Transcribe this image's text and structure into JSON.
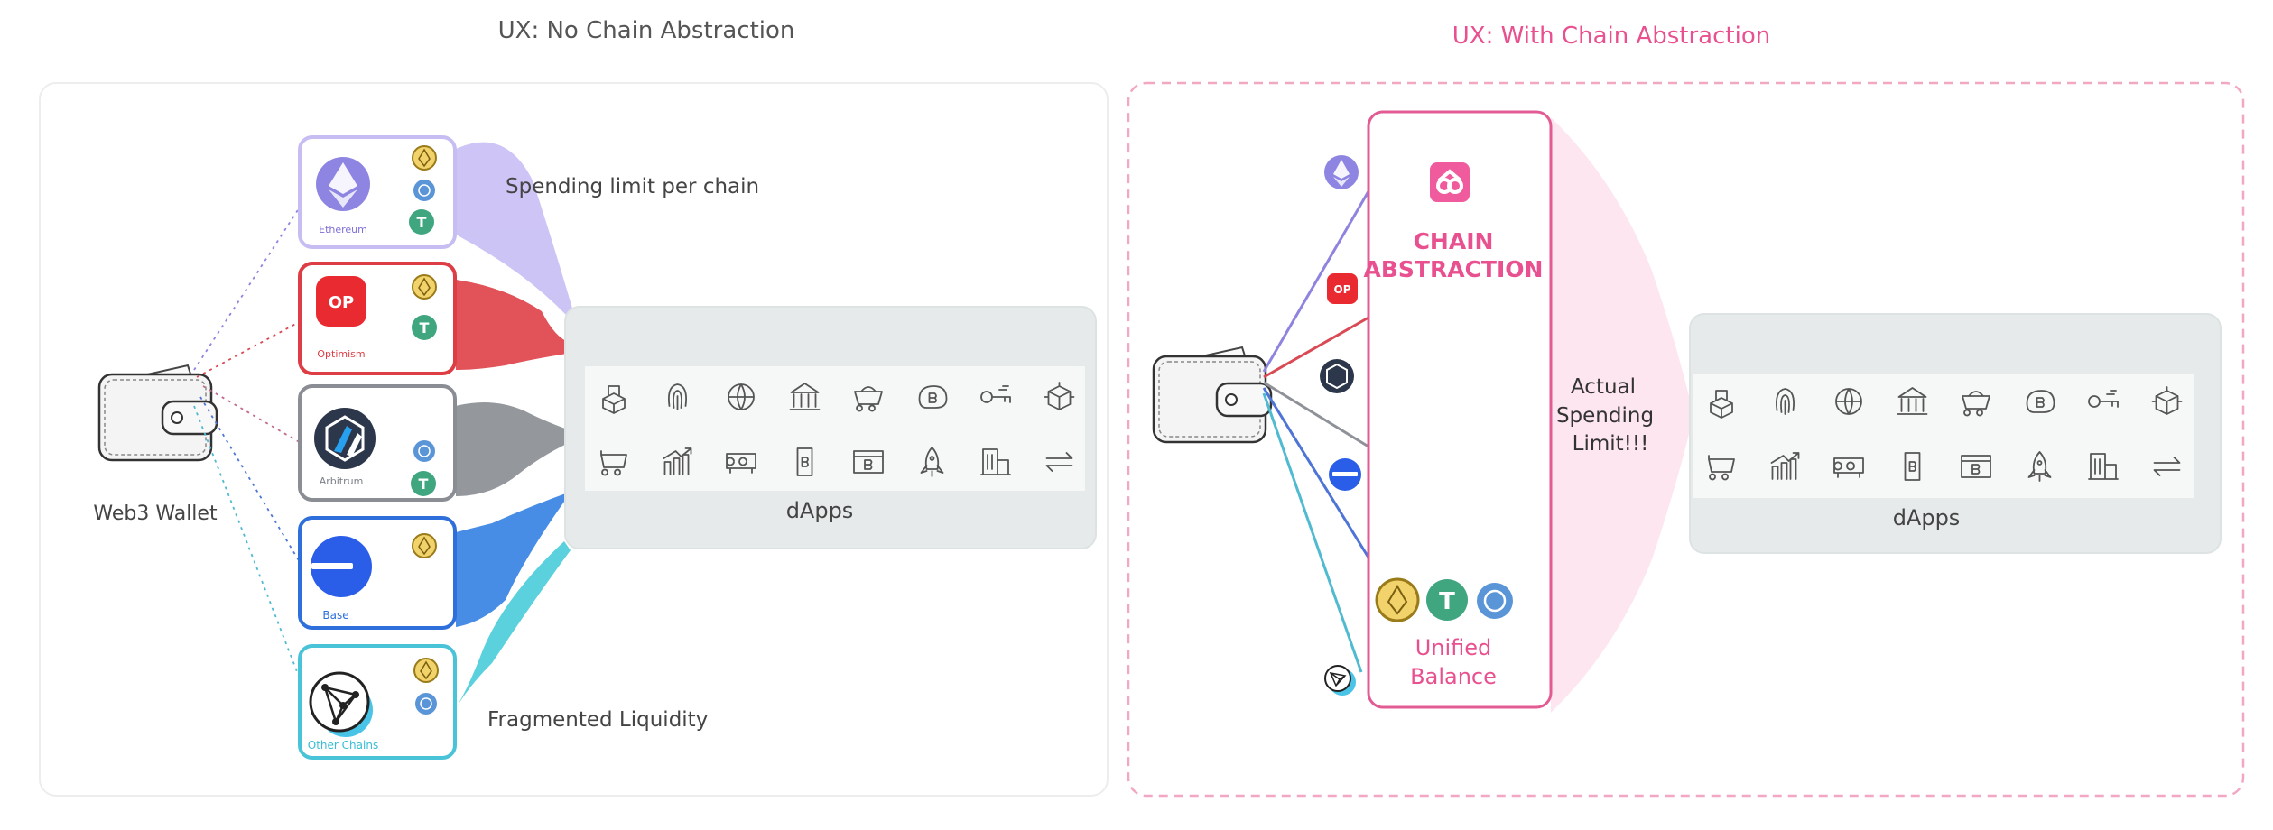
{
  "left": {
    "heading": "UX: No Chain Abstraction",
    "wallet_label": "Web3 Wallet",
    "spending_label": "Spending limit per chain",
    "liquidity_label": "Fragmented Liquidity",
    "dapps_label": "dApps",
    "chains": [
      {
        "name": "Ethereum",
        "logo_text": "",
        "color": "#7b6fd8",
        "fill": "#d4ccf7"
      },
      {
        "name": "Optimism",
        "logo_text": "OP",
        "color": "#e03a3f",
        "fill": "#e04a4f"
      },
      {
        "name": "Arbitrum",
        "logo_text": "",
        "color": "#7a7f87",
        "fill": "#8e9298"
      },
      {
        "name": "Base",
        "logo_text": "",
        "color": "#2f6fdc",
        "fill": "#3b82e6"
      },
      {
        "name": "Other Chains",
        "logo_text": "",
        "color": "#38bcd4",
        "fill": "#55cfdf"
      }
    ]
  },
  "right": {
    "heading": "UX: With Chain Abstraction",
    "title_line1": "CHAIN",
    "title_line2": "ABSTRACTION",
    "unified_line1": "Unified",
    "unified_line2": "Balance",
    "actual_line1": "Actual",
    "actual_line2": "Spending",
    "actual_line3": "Limit!!!",
    "dapps_label": "dApps",
    "op_text": "OP"
  },
  "colors": {
    "accent_pink": "#e8508f",
    "panel_border": "#ececec",
    "dapps_bg": "#e6eaea",
    "icon_strip_bg": "#f6f7f7"
  },
  "dapp_icons": [
    "blocks-icon",
    "fingerprint-icon",
    "globe-icon",
    "bank-icon",
    "mine-cart-icon",
    "piggy-bank-icon",
    "key-icon",
    "cube-icon",
    "cart-icon",
    "chart-up-icon",
    "gpu-icon",
    "phone-bitcoin-icon",
    "browser-bitcoin-icon",
    "rocket-icon",
    "buildings-icon",
    "exchange-icon"
  ]
}
